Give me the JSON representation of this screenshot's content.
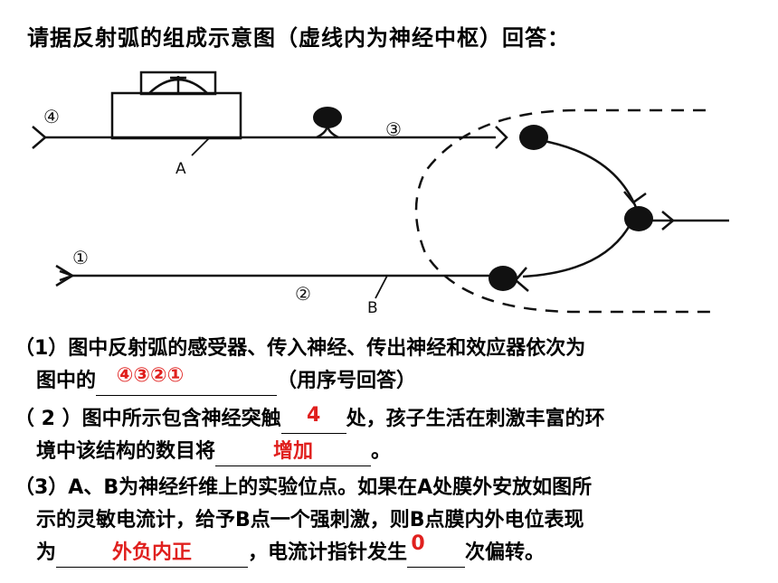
{
  "title": "请据反射弧的组成示意图（虚线内为神经中枢）回答：",
  "diagram": {
    "labels": {
      "n4": "④",
      "n3": "③",
      "n1": "①",
      "n2": "②",
      "A": "A",
      "B": "B"
    }
  },
  "q1": {
    "line1": "（1）图中反射弧的感受器、传入神经、传出神经和效应器依次为",
    "line2_pre": "图中的",
    "answer": "④③②①",
    "line2_post": "（用序号回答）"
  },
  "q2": {
    "line1_pre": "（ 2 ）图中所示包含神经突触",
    "answer1": "4",
    "line1_post": "处，孩子生活在刺激丰富的环",
    "line2_pre": "境中该结构的数目将",
    "answer2": "增加",
    "line2_post": "。"
  },
  "q3": {
    "line1": "（3）A、B为神经纤维上的实验位点。如果在A处膜外安放如图所",
    "line2": "示的灵敏电流计，给予B点一个强刺激，则B点膜内外电位表现",
    "line3_pre": "为",
    "answer1": "外负内正",
    "line3_mid": "，电流计指针发生",
    "answer2": "0",
    "line3_post": "次偏转。"
  }
}
